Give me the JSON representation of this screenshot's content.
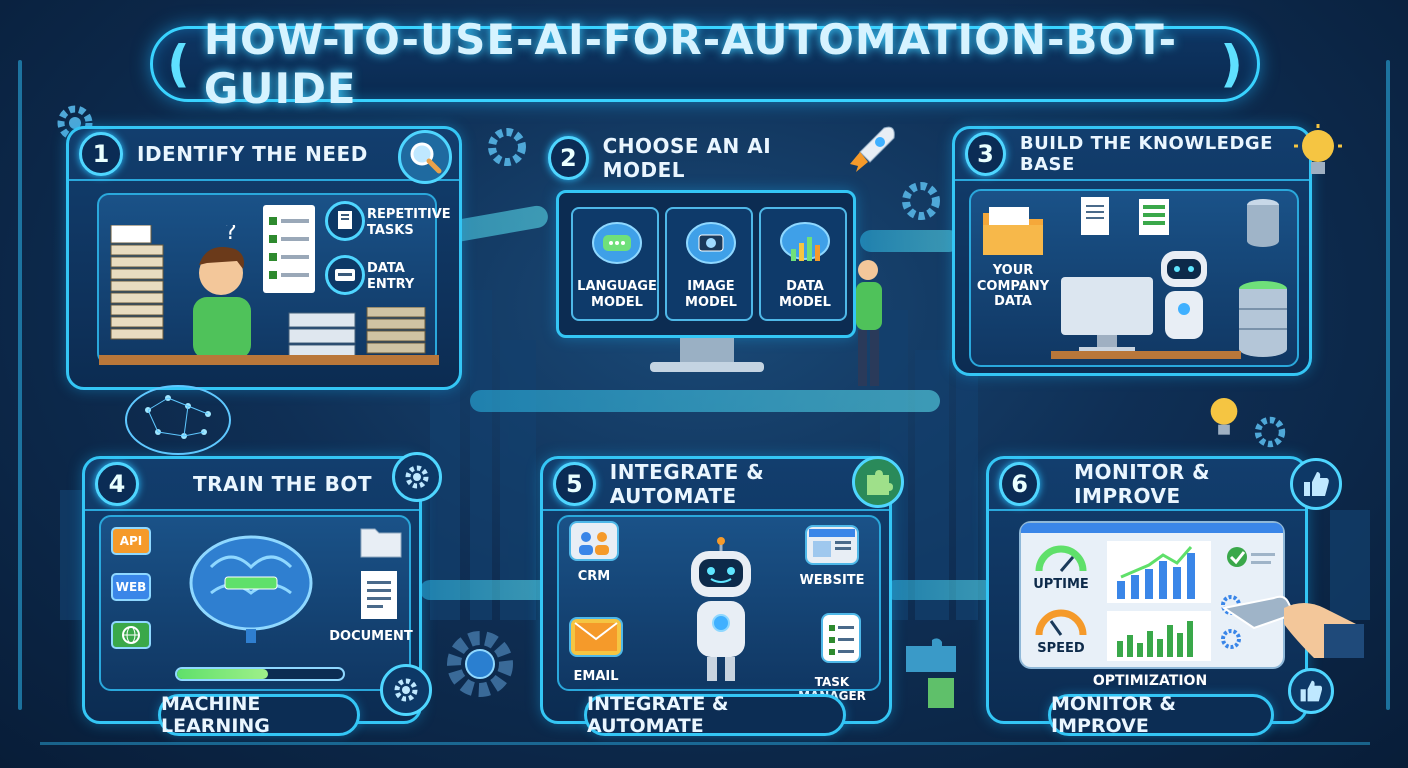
{
  "title": "HOW-TO-USE-AI-FOR-AUTOMATION-BOT-GUIDE",
  "title_open": "(",
  "title_close": ")",
  "steps": [
    {
      "number": "1",
      "title": "IDENTIFY THE NEED",
      "labels": [
        "REPETITIVE TASKS",
        "DATA ENTRY"
      ]
    },
    {
      "number": "2",
      "title": "CHOOSE AN AI MODEL",
      "labels": [
        "LANGUAGE MODEL",
        "IMAGE MODEL",
        "DATA MODEL"
      ]
    },
    {
      "number": "3",
      "title": "BUILD THE KNOWLEDGE BASE",
      "labels": [
        "YOUR COMPANY DATA"
      ]
    },
    {
      "number": "4",
      "title": "TRAIN THE BOT",
      "labels": [
        "API",
        "WEB",
        "DOCUMENT"
      ],
      "footer": "MACHINE LEARNING",
      "progress": 0.55
    },
    {
      "number": "5",
      "title": "INTEGRATE & AUTOMATE",
      "labels": [
        "CRM",
        "EMAIL",
        "WEBSITE",
        "TASK MANAGER"
      ],
      "footer": "INTEGRATE & AUTOMATE"
    },
    {
      "number": "6",
      "title": "MONITOR & IMPROVE",
      "labels": [
        "UPTIME",
        "SPEED",
        "OPTIMIZATION"
      ],
      "footer": "MONITOR & IMPROVE"
    }
  ],
  "colors": {
    "border": "#34c6f5",
    "panel": "#123e6e",
    "accent_green": "#5fe06a",
    "accent_orange": "#f59a2a"
  },
  "icons": [
    "magnifier-icon",
    "rocket-icon",
    "lightbulb-icon",
    "gear-icon",
    "puzzle-icon",
    "thumbs-up-icon",
    "robot-icon",
    "brain-icon",
    "folder-icon",
    "database-icon",
    "wrench-icon"
  ]
}
